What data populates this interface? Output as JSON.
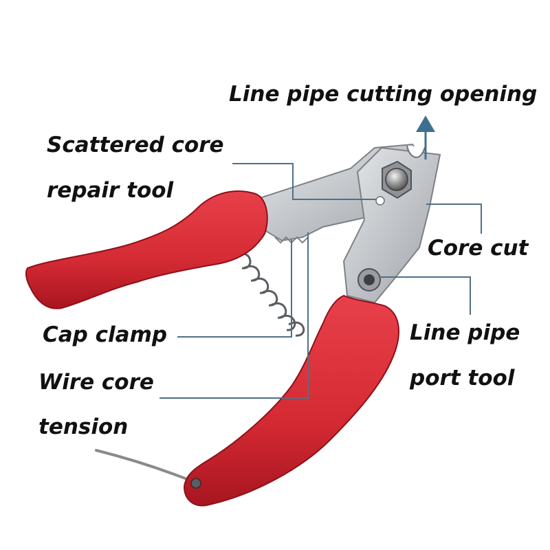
{
  "labels": {
    "line_pipe_cutting_opening": "Line pipe cutting opening",
    "scattered_core_line1": "Scattered core",
    "scattered_core_line2": "repair tool",
    "core_cut": "Core cut",
    "cap_clamp": "Cap clamp",
    "line_pipe_port_line1": "Line pipe",
    "line_pipe_port_line2": "port tool",
    "wire_core_line1": "Wire core",
    "wire_core_line2": "tension"
  },
  "colors": {
    "handle": "#d42a34",
    "handle_dark": "#a8151f",
    "steel": "#c9ccd0",
    "steel_dark": "#8c9096",
    "leader": "#4f6f86",
    "arrow": "#3f6f8e",
    "text": "#111111"
  }
}
